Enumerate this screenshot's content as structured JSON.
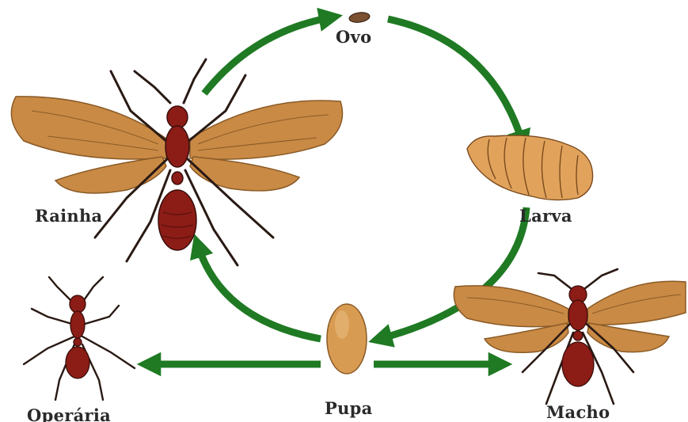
{
  "diagram": {
    "stages": {
      "ovo": "Ovo",
      "larva": "Larva",
      "pupa": "Pupa",
      "rainha": "Rainha",
      "operaria": "Operária",
      "macho": "Macho"
    },
    "colors": {
      "arrow": "#1f7a23",
      "wing": "#c98a45",
      "wing_edge": "#8a5a26",
      "body": "#8c1c16",
      "leg": "#2a1a14",
      "larva": "#e1a35c",
      "pupa": "#d89b52",
      "egg": "#7a5030"
    }
  }
}
